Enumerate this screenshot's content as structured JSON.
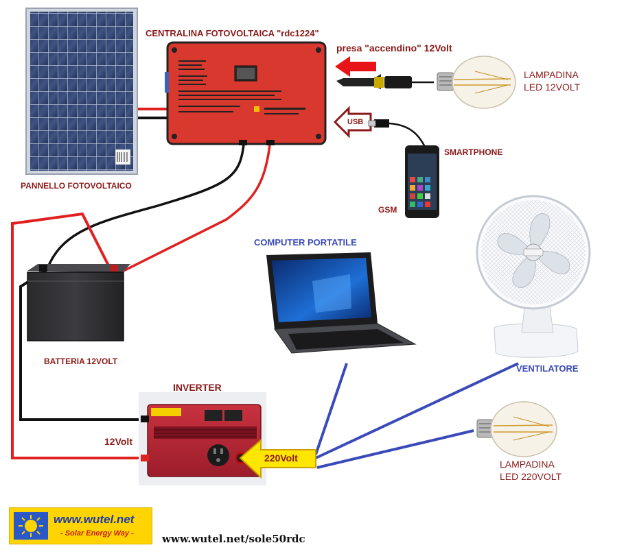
{
  "title": "CENTRALINA FOTOVOLTAICA \"rdc1224\"",
  "labels": {
    "panel": "PANNELLO FOTOVOLTAICO",
    "cigarette_socket": "presa \"accendino\" 12Volt",
    "usb": "USB",
    "bulb12_line1": "LAMPADINA",
    "bulb12_line2": "LED 12VOLT",
    "smartphone": "SMARTPHONE",
    "gsm": "GSM",
    "laptop": "COMPUTER PORTATILE",
    "battery": "BATTERIA 12VOLT",
    "inverter": "INVERTER",
    "fan": "VENTILATORE",
    "volt12": "12Volt",
    "volt220": "220Volt",
    "bulb220_line1": "LAMPADINA",
    "bulb220_line2": "LED 220VOLT"
  },
  "logo": {
    "site": "www.wutel.net",
    "tagline": "- Solar Energy Way -"
  },
  "footer_url": "www.wutel.net/sole50rdc",
  "colors": {
    "label_dark_red": "#8b1a1a",
    "label_blue": "#3a4ab8",
    "wire_red": "#e02020",
    "wire_black": "#111111",
    "wire_blue": "#3a4ab8",
    "controller_red": "#d8382e",
    "arrow_red": "#e8141a",
    "arrow_yellow": "#ffe600",
    "logo_yellow": "#ffd400"
  },
  "icons": [
    "solar-panel-icon",
    "charge-controller-icon",
    "battery-icon",
    "inverter-icon",
    "led-bulb-icon",
    "usb-cable-icon",
    "car-plug-icon",
    "smartphone-icon",
    "laptop-icon",
    "fan-icon",
    "sun-icon"
  ]
}
